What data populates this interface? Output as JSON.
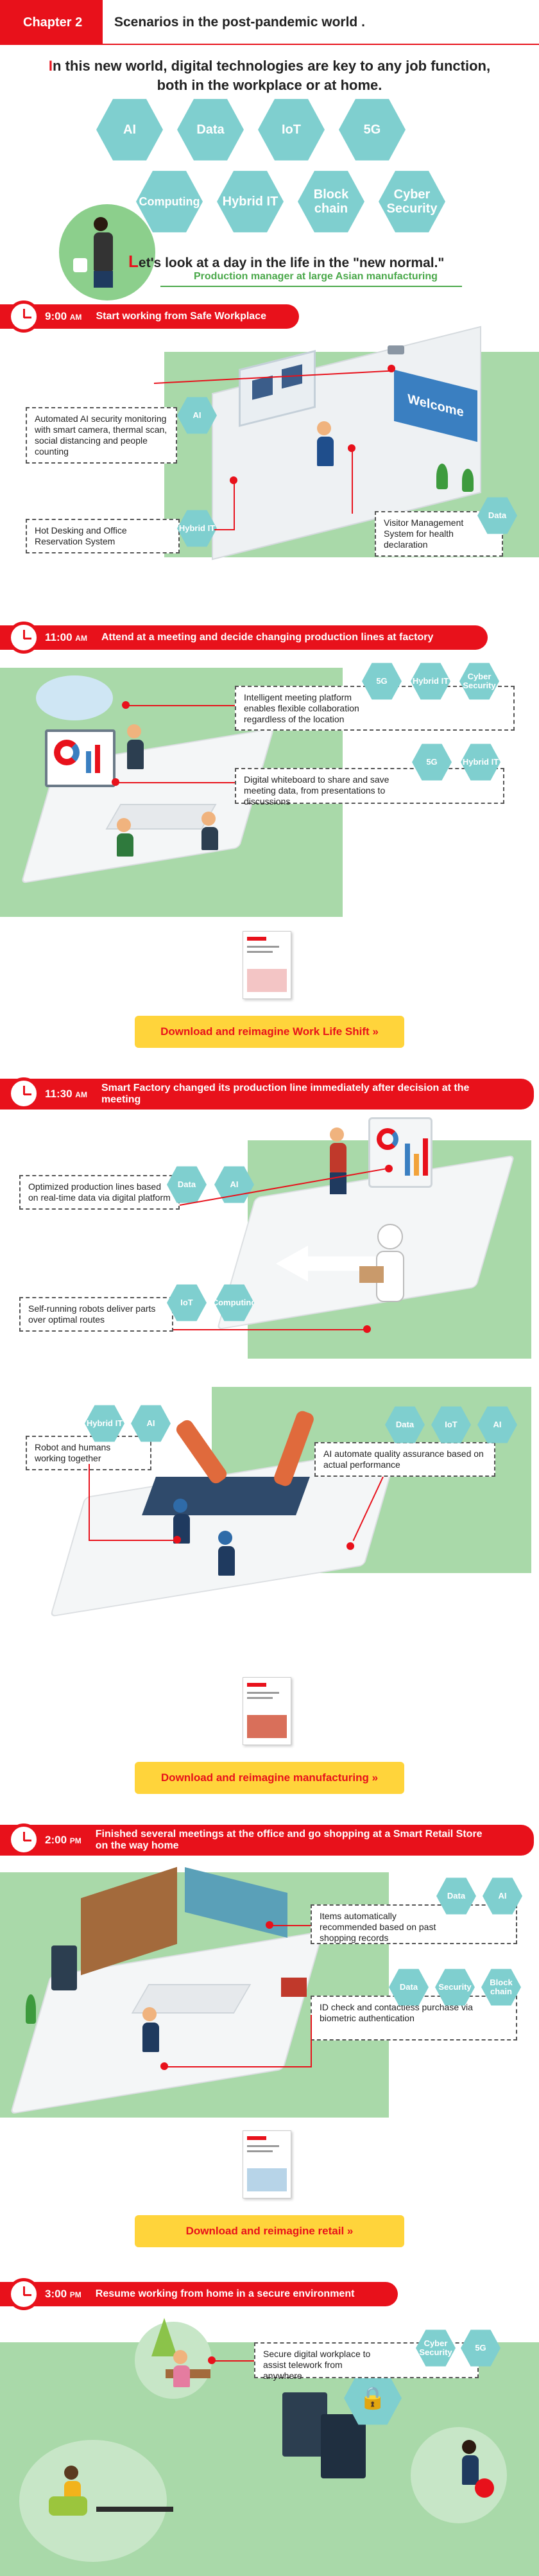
{
  "header": {
    "chapter_label": "Chapter 2",
    "title": "Scenarios in the post-pandemic world ."
  },
  "intro": {
    "first_letter": "I",
    "line1_rest": "n this new world, digital technologies are key to any job function,",
    "line2": "both in the workplace or at home."
  },
  "technologies": [
    "AI",
    "Data",
    "IoT",
    "5G",
    "Computing",
    "Hybrid IT",
    "Block chain",
    "Cyber Security"
  ],
  "persona": {
    "title_first_letter": "L",
    "title_rest": "et's look at a day in the life in the \"new normal.\"",
    "subtitle": "Production manager at large Asian manufacturing"
  },
  "sections": [
    {
      "time": "9:00",
      "ampm": "AM",
      "title": "Start working from Safe Workplace",
      "callouts": [
        {
          "text": "Automated AI security monitoring with smart camera, thermal scan, social distancing and people counting",
          "tags": [
            "AI"
          ]
        },
        {
          "text": "Hot Desking and Office Reservation System",
          "tags": [
            "Hybrid IT"
          ]
        },
        {
          "text": "Visitor Management System for health declaration",
          "tags": [
            "Data"
          ]
        }
      ],
      "sign": "Welcome"
    },
    {
      "time": "11:00",
      "ampm": "AM",
      "title": "Attend at a meeting and decide changing production lines at factory",
      "callouts": [
        {
          "text": "Intelligent meeting platform enables flexible collaboration regardless of the location",
          "tags": [
            "5G",
            "Hybrid IT",
            "Cyber Security"
          ]
        },
        {
          "text": "Digital whiteboard to share and save meeting data, from presentations to discussions",
          "tags": [
            "5G",
            "Hybrid IT"
          ]
        }
      ],
      "download_label": "Download and reimagine Work Life Shift »"
    },
    {
      "time": "11:30",
      "ampm": "AM",
      "title": "Smart Factory changed its production line immediately after decision at the meeting",
      "callouts": [
        {
          "text": "Optimized production lines based on real-time data via digital platform",
          "tags": [
            "Data",
            "AI"
          ]
        },
        {
          "text": "Self-running robots deliver parts over optimal routes",
          "tags": [
            "IoT",
            "Computing"
          ]
        },
        {
          "text": "Robot and humans working together",
          "tags": [
            "Hybrid IT",
            "AI"
          ]
        },
        {
          "text": "AI automate quality assurance based on actual performance",
          "tags": [
            "Data",
            "IoT",
            "AI"
          ]
        }
      ],
      "download_label": "Download and reimagine manufacturing »"
    },
    {
      "time": "2:00",
      "ampm": "PM",
      "title": "Finished several meetings at the office and go shopping at a Smart Retail Store on the way home",
      "callouts": [
        {
          "text": "Items automatically recommended based on past shopping records",
          "tags": [
            "Data",
            "AI"
          ]
        },
        {
          "text": "ID check and contactless purchase via biometric authentication",
          "tags": [
            "Data",
            "Security",
            "Block chain"
          ]
        }
      ],
      "download_label": "Download and reimagine retail »"
    },
    {
      "time": "3:00",
      "ampm": "PM",
      "title": "Resume working from home in a secure environment",
      "callouts": [
        {
          "text": "Secure digital workplace to assist telework from anywhere",
          "tags": [
            "Cyber Security",
            "5G"
          ]
        }
      ]
    }
  ],
  "colors": {
    "accent": "#e8111b",
    "hex": "#7fcfcf",
    "green": "#a9d9a9",
    "button": "#ffd43b"
  }
}
